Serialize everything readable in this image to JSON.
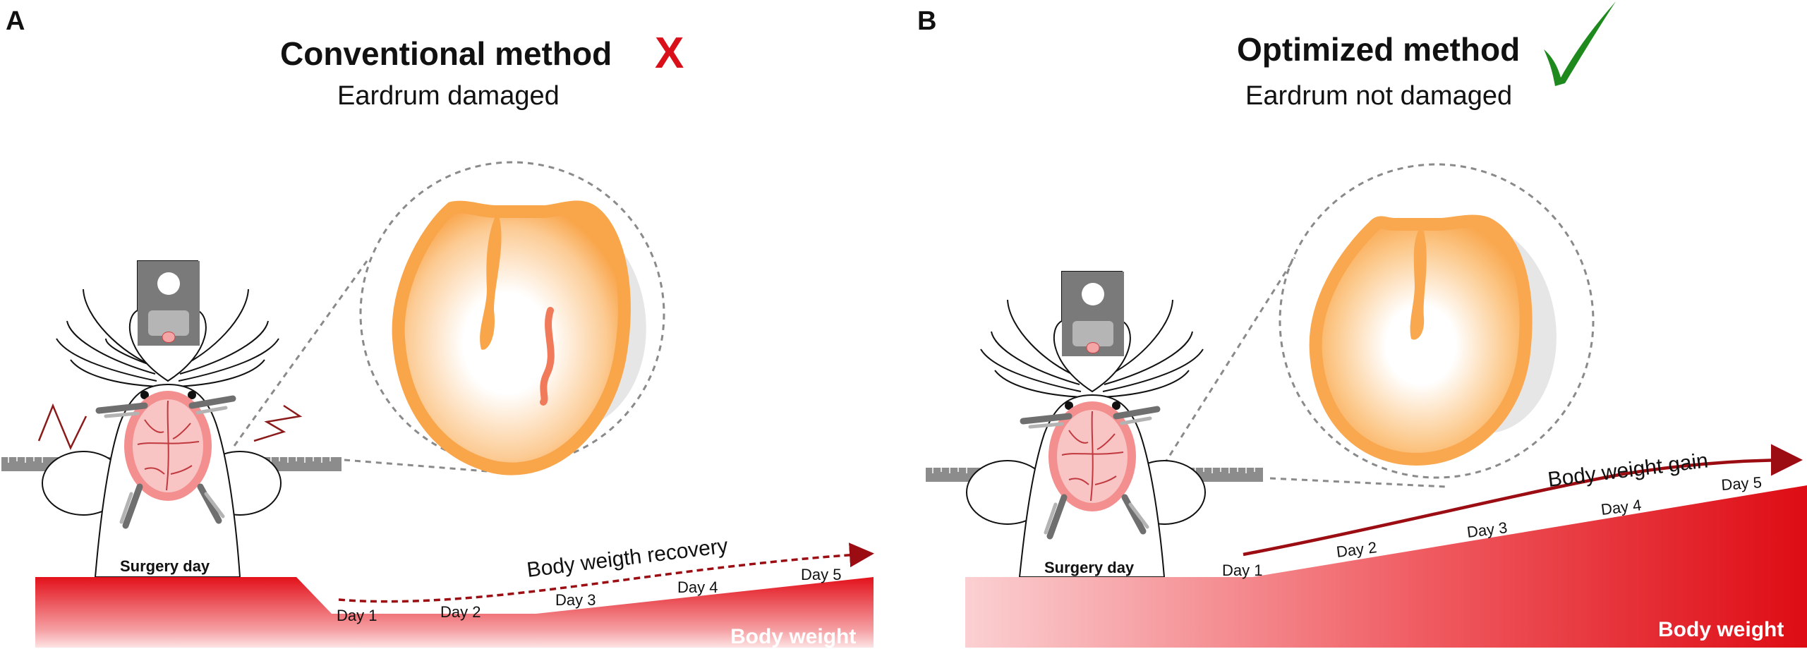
{
  "colors": {
    "red": "#d9101a",
    "dark_red": "#9b0d12",
    "green": "#1e8a1e",
    "orange": "#f9a54a",
    "pink": "#f4a6a6",
    "gray": "#7a7a7a"
  },
  "panel_a": {
    "letter": "A",
    "title": "Conventional method",
    "subtitle": "Eardrum damaged",
    "status_icon": "cross-icon",
    "surgery_label": "Surgery day",
    "curve_label": "Body weigth recovery",
    "axis_label": "Body weight",
    "days": [
      "Day 1",
      "Day 2",
      "Day 3",
      "Day 4",
      "Day 5"
    ]
  },
  "panel_b": {
    "letter": "B",
    "title": "Optimized method",
    "subtitle": "Eardrum not damaged",
    "status_icon": "checkmark-icon",
    "surgery_label": "Surgery day",
    "curve_label": "Body weight gain",
    "axis_label": "Body weight",
    "days": [
      "Day 1",
      "Day 2",
      "Day 3",
      "Day 4",
      "Day 5"
    ]
  },
  "mark_a": "X"
}
